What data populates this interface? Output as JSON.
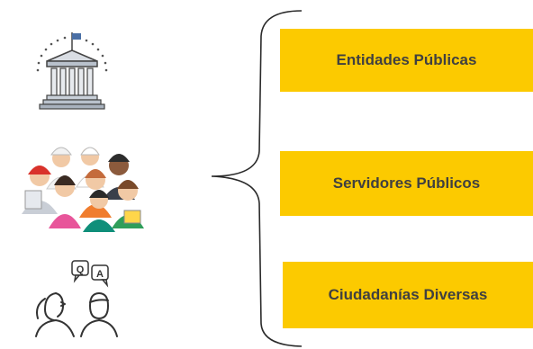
{
  "icons": {
    "building": "public-building-icon",
    "people": "group-of-people-icon",
    "dialog": "people-dialog-icon"
  },
  "dialog_bubbles": {
    "left": "Q",
    "right": "A"
  },
  "boxes": [
    {
      "label": "Entidades Públicas"
    },
    {
      "label": "Servidores Públicos"
    },
    {
      "label": "Ciudadanías Diversas"
    }
  ],
  "colors": {
    "box_fill": "#fcca00",
    "box_text": "#404040",
    "line": "#2a2a2a"
  }
}
